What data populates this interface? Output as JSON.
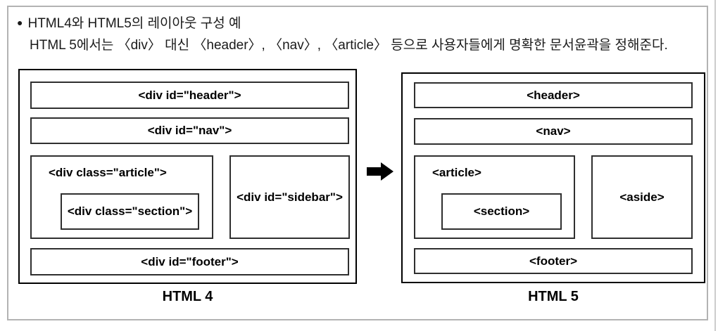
{
  "title": {
    "bullet": "●",
    "line1": "HTML4와 HTML5의 레이아웃 구성 예",
    "line2": "HTML 5에서는 〈div〉 대신 〈header〉, 〈nav〉, 〈article〉 등으로 사용자들에게 명확한 문서윤곽을 정해준다."
  },
  "diagrams": {
    "html4": {
      "caption": "HTML 4",
      "header": "<div id=\"header\">",
      "nav": "<div id=\"nav\">",
      "article": "<div class=\"article\">",
      "section": "<div class=\"section\">",
      "sidebar": "<div id=\"sidebar\">",
      "footer": "<div id=\"footer\">"
    },
    "html5": {
      "caption": "HTML 5",
      "header": "<header>",
      "nav": "<nav>",
      "article": "<article>",
      "section": "<section>",
      "aside": "<aside>",
      "footer": "<footer>"
    }
  },
  "arrow": {
    "icon": "right-arrow",
    "direction": "right"
  },
  "colors": {
    "outer_box_border": "#000000",
    "inner_box_border": "#2f2f2f",
    "card_border": "#b3b3b3",
    "text": "#1a1a1a",
    "arrow_fill": "#000000",
    "background": "#ffffff"
  }
}
